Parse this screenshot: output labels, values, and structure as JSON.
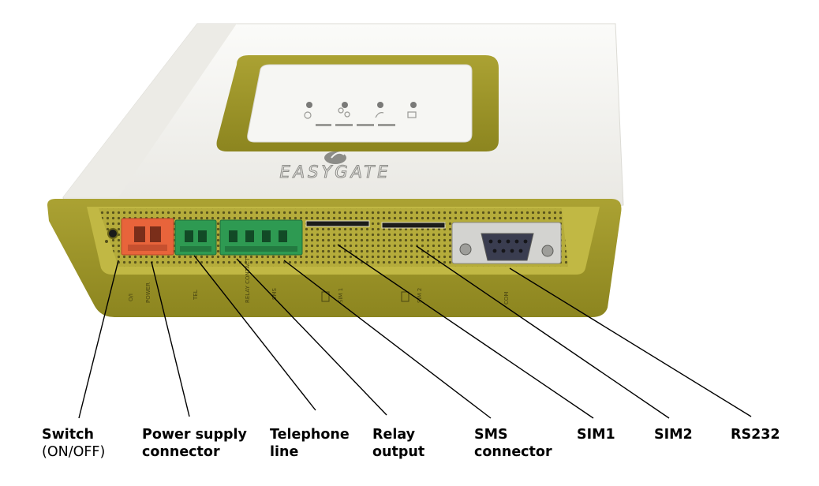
{
  "device": {
    "logo_text": "EASYGATE",
    "panel_markings": [
      "O/I",
      "POWER",
      "TEL",
      "RELAY CONTACT",
      "SMS",
      "SIM 1",
      "SIM 2",
      "COM"
    ],
    "colors": {
      "body": "#f3f2ee",
      "frame": "#a39b2a",
      "frame_dark": "#7f781c",
      "panel": "#b6ad3a",
      "power_connector": "#e8643b",
      "terminal_green": "#2e9a52",
      "leader_lines": "#000000"
    }
  },
  "callouts": [
    {
      "id": "switch",
      "line1": "Switch",
      "line2": "(ON/OFF)"
    },
    {
      "id": "power",
      "line1": "Power supply",
      "line2": "connector"
    },
    {
      "id": "telephone",
      "line1": "Telephone",
      "line2": "line"
    },
    {
      "id": "relay",
      "line1": "Relay",
      "line2": "output"
    },
    {
      "id": "sms",
      "line1": "SMS",
      "line2": "connector"
    },
    {
      "id": "sim1",
      "line1": "SIM1",
      "line2": ""
    },
    {
      "id": "sim2",
      "line1": "SIM2",
      "line2": ""
    },
    {
      "id": "rs232",
      "line1": "RS232",
      "line2": ""
    }
  ]
}
